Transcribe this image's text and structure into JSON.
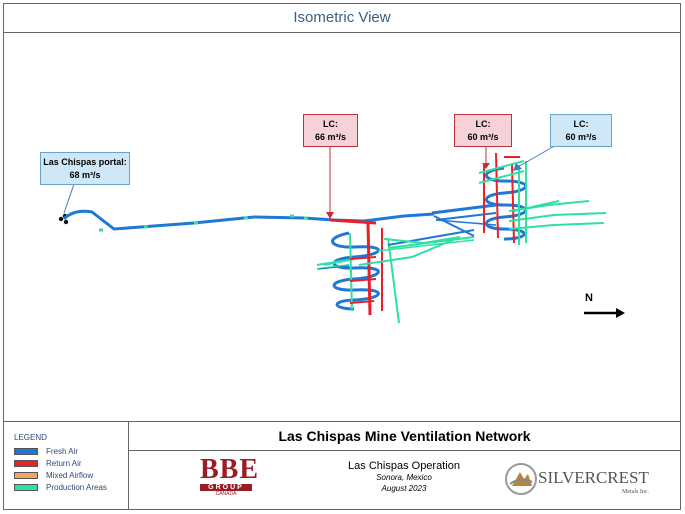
{
  "view_title": "Isometric View",
  "callouts": {
    "portal": {
      "line1": "Las Chispas portal:",
      "line2": "68 m³/s"
    },
    "lc_left": {
      "line1": "LC:",
      "line2": "66 m³/s"
    },
    "lc_mid": {
      "line1": "LC:",
      "line2": "60 m³/s"
    },
    "lc_right": {
      "line1": "LC:",
      "line2": "60 m³/s"
    }
  },
  "north_label": "N",
  "legend": {
    "title": "LEGEND",
    "items": [
      {
        "label": "Fresh Air",
        "color": "#1f78d6"
      },
      {
        "label": "Return Air",
        "color": "#e8202a"
      },
      {
        "label": "Mixed Airflow",
        "color": "#f4a460"
      },
      {
        "label": "Production Areas",
        "color": "#2fe0a0"
      }
    ]
  },
  "network_title": "Las Chispas Mine Ventilation Network",
  "operation": {
    "name": "Las Chispas Operation",
    "location": "Sonora, Mexico",
    "date": "August 2023"
  },
  "logos": {
    "bbe": {
      "letters": "BBE",
      "group": "GROUP",
      "country": "CANADA"
    },
    "silvercrest": {
      "name": "SILVERCREST",
      "sub": "Metals Inc."
    }
  },
  "colors": {
    "fresh": "#1f78d6",
    "return": "#e8202a",
    "production": "#2fe0a0",
    "accent": "#3a5f86"
  }
}
